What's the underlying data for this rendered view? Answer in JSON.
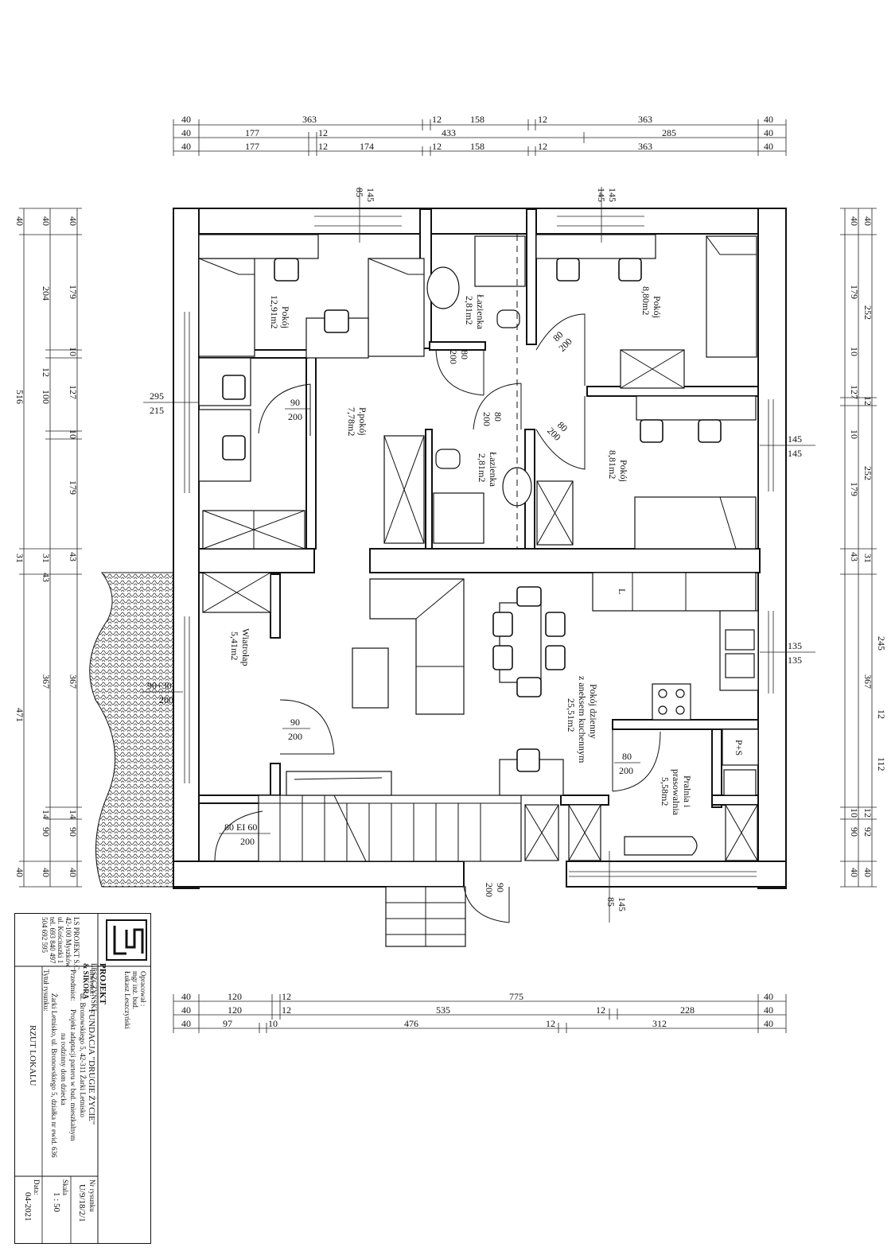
{
  "dimensions": {
    "top_row1": [
      "40",
      "363",
      "12",
      "158",
      "12",
      "363",
      "40"
    ],
    "top_row2": [
      "40",
      "177",
      "12",
      "433",
      "285",
      "40"
    ],
    "top_row3": [
      "40",
      "177",
      "12",
      "174",
      "12",
      "158",
      "12",
      "363",
      "40"
    ],
    "bottom_row1": [
      "40",
      "120",
      "12",
      "775",
      "40"
    ],
    "bottom_row2": [
      "40",
      "120",
      "12",
      "535",
      "12",
      "228",
      "40"
    ],
    "bottom_row3": [
      "40",
      "97",
      "10",
      "476",
      "12",
      "312",
      "40"
    ],
    "left_col1": [
      "40",
      "179",
      "10",
      "127",
      "10",
      "179",
      "43",
      "31",
      "367",
      "14",
      "90",
      "40"
    ],
    "left_col2": [
      "40",
      "204",
      "12",
      "100",
      "43",
      "367",
      "14",
      "90",
      "40"
    ],
    "left_col3": [
      "40",
      "516",
      "31",
      "471",
      "40"
    ],
    "right_col1": [
      "40",
      "252",
      "12",
      "252",
      "31",
      "367",
      "12",
      "92",
      "40"
    ],
    "right_col2": [
      "40",
      "179",
      "10",
      "127",
      "10",
      "179",
      "43",
      "245",
      "12",
      "112",
      "10",
      "90",
      "40"
    ],
    "window_marks": [
      "145",
      "85",
      "145",
      "145",
      "295",
      "215",
      "145",
      "145",
      "135",
      "135",
      "145",
      "85"
    ]
  },
  "rooms": {
    "pokoj1": {
      "name": "Pokój",
      "area": "12,91m2"
    },
    "pokoj2": {
      "name": "Pokój",
      "area": "8,80m2"
    },
    "pokoj3": {
      "name": "Pokój",
      "area": "8,81m2"
    },
    "lazienka1": {
      "name": "Łazienka",
      "area": "2,81m2"
    },
    "lazienka2": {
      "name": "Łazienka",
      "area": "2,81m2"
    },
    "ppokoj": {
      "name": "P.pokój",
      "area": "7,78m2"
    },
    "wiatrolap": {
      "name": "Wiatrołap",
      "area": "5,41m2"
    },
    "dzienny": {
      "line1": "Pokój dzienny",
      "line2": "z aneksem kuchennym",
      "area": "25,51m2"
    },
    "pralnia": {
      "line1": "Pralnia i",
      "line2": "prasowalnia",
      "area": "5,58m2"
    }
  },
  "doors": {
    "d1": {
      "w": "90",
      "h": "200"
    },
    "d2": {
      "w": "80",
      "h": "200"
    },
    "d3": {
      "w": "80",
      "h": "200"
    },
    "d4": {
      "w": "80",
      "h": "200"
    },
    "d5": {
      "w": "80",
      "h": "200"
    },
    "d6": {
      "w": "90+30",
      "h": "200"
    },
    "d7": {
      "w": "90",
      "h": "200"
    },
    "d8": {
      "w": "80",
      "h": "200"
    },
    "d9": {
      "w": "80 EI 60",
      "h": "200"
    },
    "d10": {
      "w": "90",
      "h": "200"
    }
  },
  "labels": {
    "ps": "P+S",
    "l": "L"
  },
  "title_block": {
    "company": "PROJEKT",
    "company2": "LESZCZYŃSKI",
    "company3": "& SIKORA",
    "address": "LS PROJEKT S.C.",
    "address2": "42-100 Myszków",
    "address3": "ul. Kościuszki 1",
    "phone": "tel. 693 840 497",
    "phone2": "504 692 595",
    "opracowal_label": "Opracował :",
    "opracowal": "mgr inż. bud.",
    "opracowal2": "Łukasz Leszczyński",
    "inwestor_label": "Inwestor:",
    "inwestor": "FUNDACJA \"DRUGIE ŻYCIE\"",
    "inwestor2": "ul. Bronowskiego 5, 42-311 Żarki Letnisko",
    "przedmiot_label": "Przedmiot:",
    "przedmiot": "Projekt adaptacji parteru w bud. mieszkalnym",
    "przedmiot2": "na rodzinny dom dziecka",
    "przedmiot3": "Żarki Letnisko, ul. Bronowskiego 5, działka nr ewid. 636",
    "tytul_label": "Tytuł rysunku:",
    "tytul": "RZUT LOKALU",
    "nr_label": "Nr rysunku",
    "nr": "U/9/18/2/1",
    "skala_label": "Skala",
    "skala": "1 : 50",
    "data_label": "Data:",
    "data": "04-2021"
  }
}
